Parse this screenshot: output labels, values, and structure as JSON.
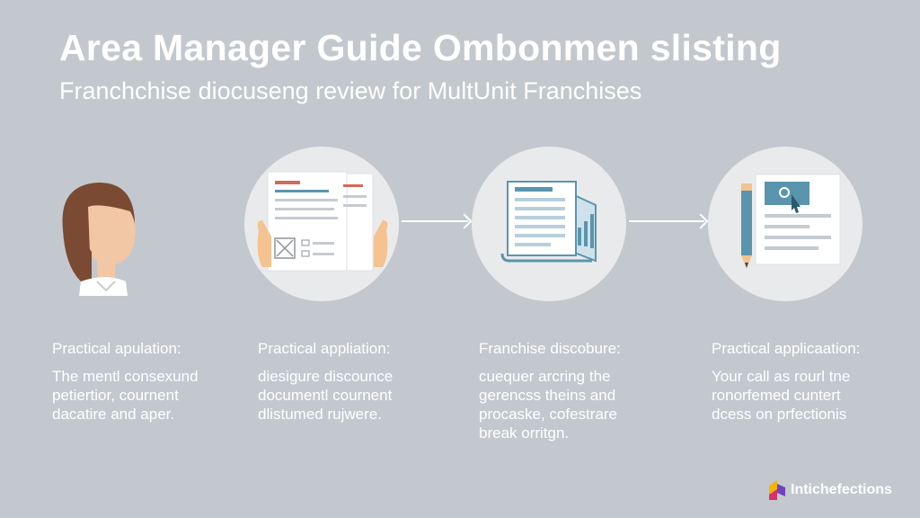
{
  "header": {
    "title": "Area Manager Guide Ombonmen slisting",
    "subtitle": "Franchchise diocuseng review for MultUnit Franchises"
  },
  "columns": [
    {
      "heading": "Practical apulation:",
      "lines": [
        "The mentl consexund",
        "petiertior, cournent",
        "dacatire and aper."
      ]
    },
    {
      "heading": "Practical appliation:",
      "lines": [
        "diesigure discounce",
        "documentl cournent",
        "dlistumed rujwere."
      ]
    },
    {
      "heading": "Franchise discobure:",
      "lines": [
        "cuequer arcring the",
        "gerencss theins and",
        "procaske, cofestrare",
        "break orritgn."
      ]
    },
    {
      "heading": "Practical applicaation:",
      "lines": [
        "Your call as rourl tne",
        "ronorfemed cuntert",
        "dcess on prfectionis"
      ]
    }
  ],
  "icons": [
    "person-avatar-icon",
    "document-review-icon",
    "report-chart-icon",
    "digital-form-icon"
  ],
  "brand": {
    "name": "Intichefections"
  },
  "colors": {
    "background": "#c3c8ce",
    "circle": "#e9eaec",
    "accent": "#5b95ad",
    "text": "#ffffff"
  }
}
